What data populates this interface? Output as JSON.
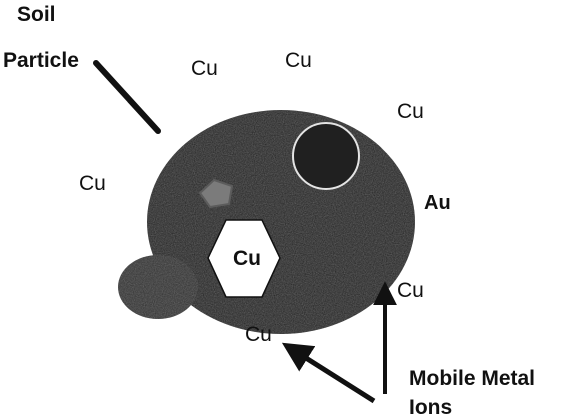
{
  "diagram": {
    "soil_particle_label_line1": "Soil",
    "soil_particle_label_line2": "Particle",
    "cu_label": "Cu",
    "au_label": "Au",
    "mobile_label_line1": "Mobile Metal",
    "mobile_label_line2": "Ions"
  },
  "colors": {
    "particle_fill": "#222222",
    "pentagon_fill": "#7b7b7b",
    "blob_fill": "#333333",
    "ring_stroke": "#e4e4e4",
    "line_color": "#111111"
  }
}
